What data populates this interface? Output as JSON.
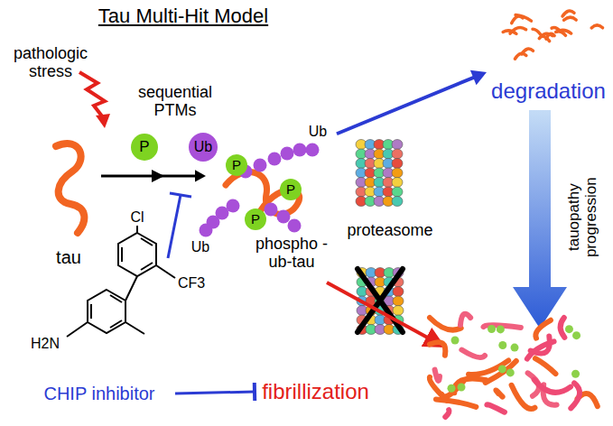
{
  "diagram": {
    "title": "Tau Multi-Hit Model",
    "nodes": [
      {
        "text": [
          "tau"
        ]
      },
      {
        "text": [
          "phospho -ub-tau"
        ]
      },
      {
        "text": [
          "degradation"
        ]
      },
      {
        "text": [
          "fibrillization"
        ]
      },
      {
        "text": [
          "CHIP inhibitor"
        ]
      }
    ],
    "edges": [
      {
        "from": 0,
        "to": 1,
        "arrow": "to"
      },
      {
        "from": 1,
        "to": 2,
        "arrow": "to"
      },
      {
        "from": 4,
        "to": 3,
        "arrow": "to"
      }
    ],
    "labels": [
      "pathologic stress",
      "sequential PTMs",
      "P",
      "Ub",
      "Ub",
      "P",
      "P",
      "P",
      "Ub",
      "proteasome",
      "tauopathy progression",
      "Cl",
      "CF3",
      "H2N"
    ]
  }
}
